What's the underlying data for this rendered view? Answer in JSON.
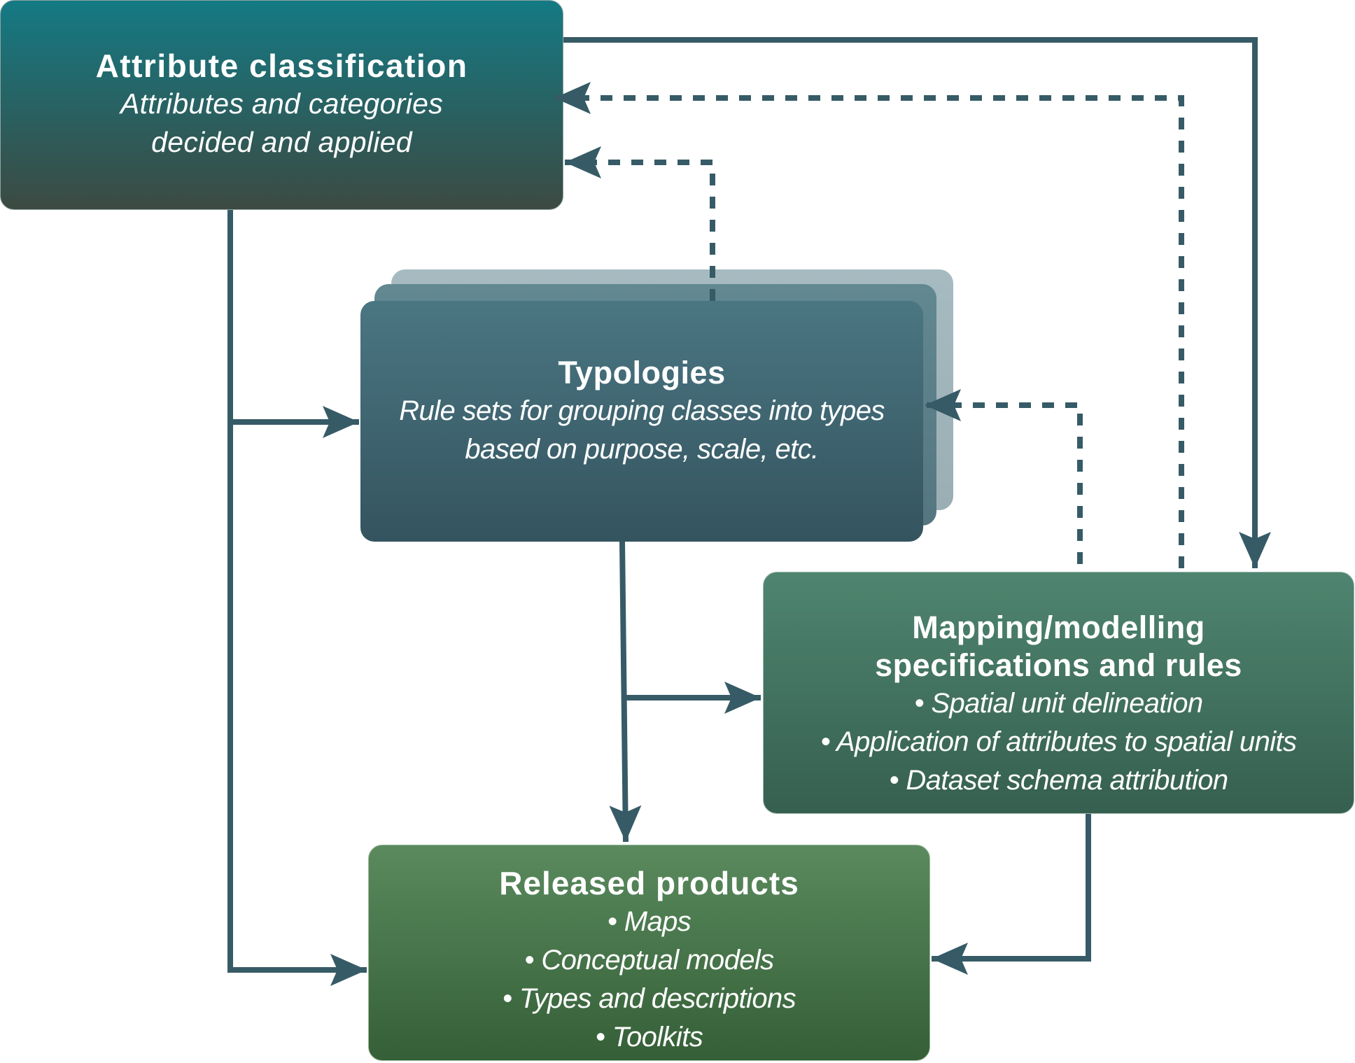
{
  "diagram": {
    "nodes": {
      "attribute_classification": {
        "title": "Attribute classification",
        "lines": [
          "Attributes and categories",
          "decided and applied"
        ]
      },
      "typologies": {
        "title": "Typologies",
        "lines": [
          "Rule sets for grouping classes into types",
          "based on purpose, scale, etc."
        ]
      },
      "mapping_modelling": {
        "title_lines": [
          "Mapping/modelling",
          "specifications and rules"
        ],
        "bullets": [
          "• Spatial unit delineation",
          "• Application of attributes to spatial units",
          "• Dataset schema attribution"
        ]
      },
      "released_products": {
        "title": "Released products",
        "bullets": [
          "• Maps",
          "• Conceptual models",
          "• Types and descriptions",
          "• Toolkits"
        ]
      }
    },
    "edges": [
      {
        "from": "attribute_classification",
        "to": "typologies",
        "style": "solid"
      },
      {
        "from": "attribute_classification",
        "to": "released_products",
        "style": "solid"
      },
      {
        "from": "attribute_classification",
        "to": "mapping_modelling",
        "style": "solid"
      },
      {
        "from": "typologies",
        "to": "attribute_classification",
        "style": "dashed"
      },
      {
        "from": "mapping_modelling",
        "to": "attribute_classification",
        "style": "dashed"
      },
      {
        "from": "mapping_modelling",
        "to": "typologies",
        "style": "dashed"
      },
      {
        "from": "typologies",
        "to": "mapping_modelling",
        "style": "solid"
      },
      {
        "from": "typologies",
        "to": "released_products",
        "style": "solid"
      },
      {
        "from": "mapping_modelling",
        "to": "released_products",
        "style": "solid"
      }
    ],
    "colors": {
      "connector": "#365b66",
      "attribute_top": "#147a84",
      "attribute_bottom": "#3c4a42",
      "typologies_top": "#4a7682",
      "typologies_bottom": "#34545f",
      "mapping_top": "#4e8570",
      "mapping_bottom": "#365f4f",
      "released_top": "#5a8a5e",
      "released_bottom": "#355f37"
    }
  }
}
